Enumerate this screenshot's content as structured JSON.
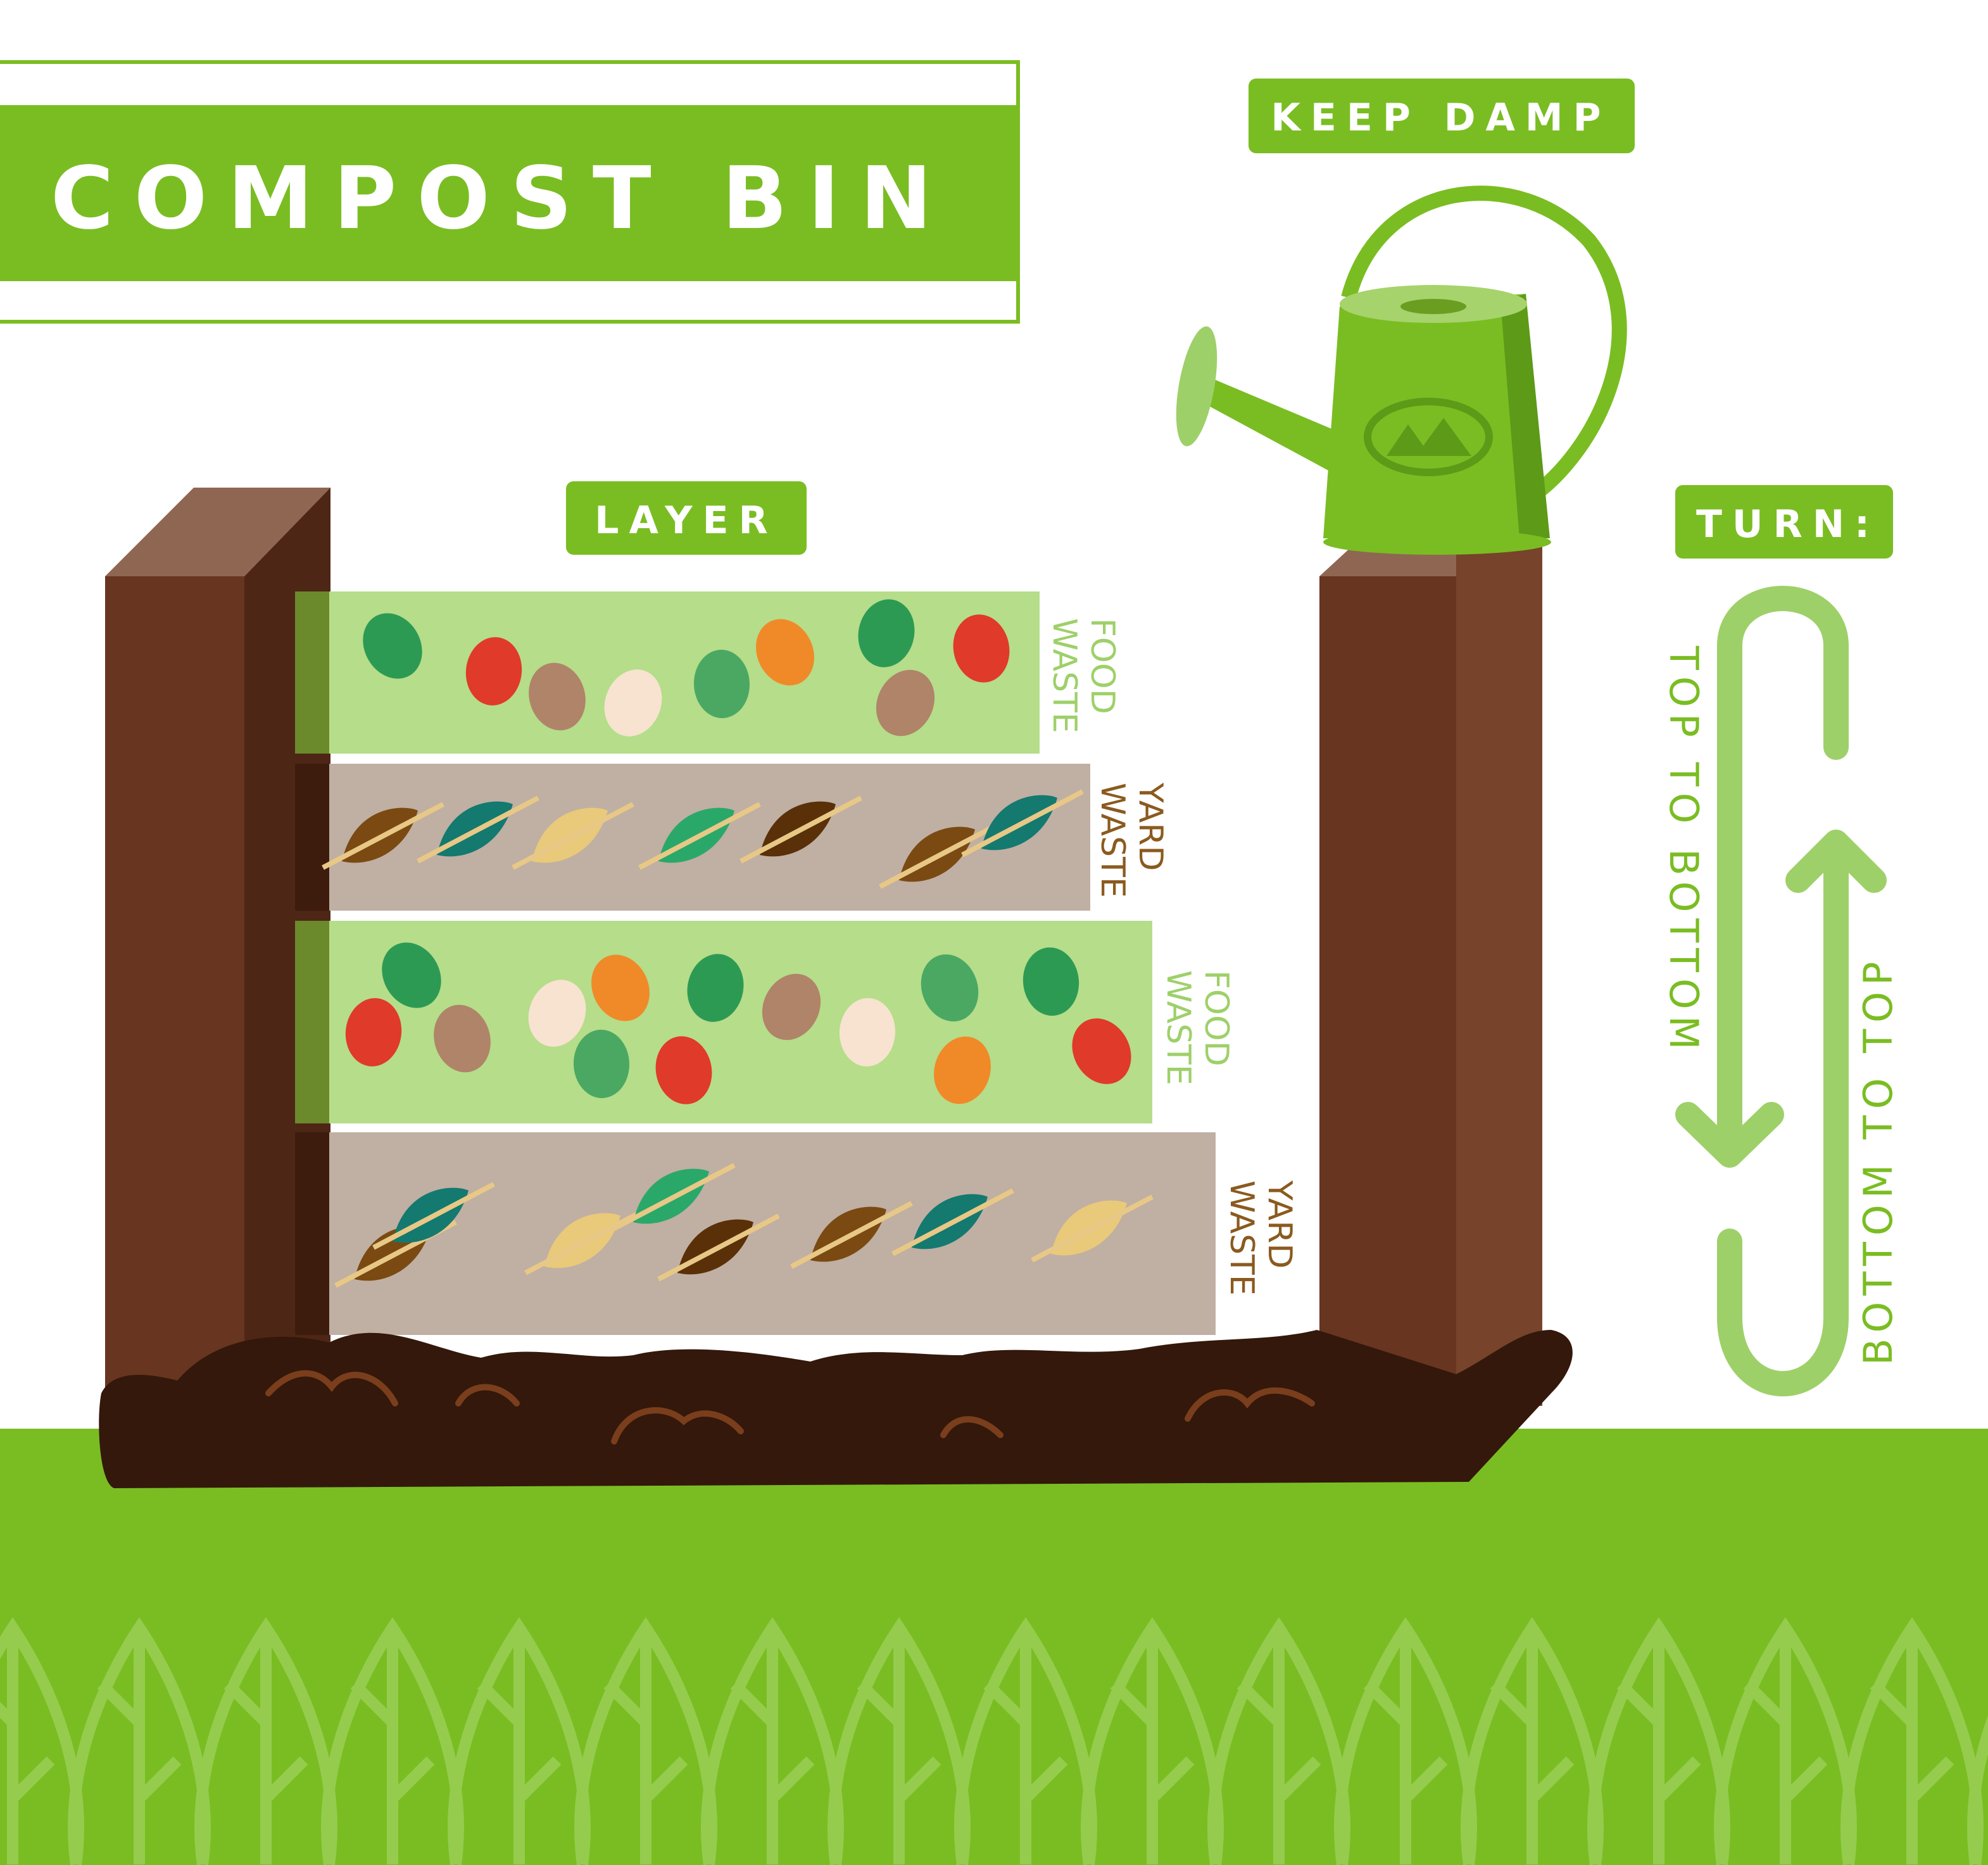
{
  "title": "COMPOST BIN",
  "keep_damp": "KEEP DAMP",
  "layer": "LAYER",
  "turn": {
    "label": "TURN:",
    "top_to_bottom": "TOP TO BOTTOM",
    "bottom_to_top": "BOTTOM TO TOP"
  },
  "layers": [
    {
      "line1": "FOOD",
      "line2": "WASTE",
      "kind": "food"
    },
    {
      "line1": "YARD",
      "line2": "WASTE",
      "kind": "yard"
    },
    {
      "line1": "FOOD",
      "line2": "WASTE",
      "kind": "food"
    },
    {
      "line1": "YARD",
      "line2": "WASTE",
      "kind": "yard"
    }
  ],
  "colors": {
    "brand_green": "#7abd22",
    "light_green": "#9ed069",
    "food_layer": "#b5dd8a",
    "yard_layer": "#c0afa3",
    "post": "#673520",
    "soil": "#33180b",
    "yard_text": "#8a5a1e"
  }
}
